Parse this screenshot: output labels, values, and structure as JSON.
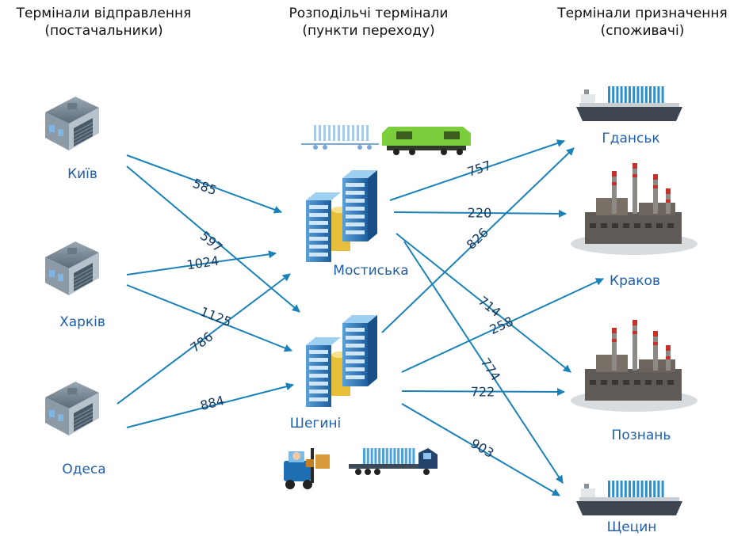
{
  "headers": {
    "senders": {
      "line1": "Термінали відправлення",
      "line2": "(постачальники)"
    },
    "hubs": {
      "line1": "Розподільчі термінали",
      "line2": "(пункти переходу)"
    },
    "receivers": {
      "line1": "Термінали призначення",
      "line2": "(споживачі)"
    }
  },
  "origins": [
    {
      "id": "kyiv",
      "label": "Київ",
      "icon": "warehouse-icon"
    },
    {
      "id": "kharkiv",
      "label": "Харків",
      "icon": "warehouse-icon"
    },
    {
      "id": "odesa",
      "label": "Одеса",
      "icon": "warehouse-icon"
    }
  ],
  "hubs": [
    {
      "id": "mostyska",
      "label": "Мостиська",
      "icon": "server-buildings-icon"
    },
    {
      "id": "shehyni",
      "label": "Шегині",
      "icon": "server-buildings-icon"
    }
  ],
  "destinations": [
    {
      "id": "gdansk",
      "label": "Гданськ",
      "icon": "cargo-ship-icon"
    },
    {
      "id": "krakow",
      "label": "Краков",
      "icon": "power-plant-icon"
    },
    {
      "id": "poznan",
      "label": "Познань",
      "icon": "power-plant-icon"
    },
    {
      "id": "szczecin",
      "label": "Щецин",
      "icon": "cargo-ship-icon"
    }
  ],
  "edges": [
    {
      "from": "kyiv",
      "to": "mostyska",
      "value": "585"
    },
    {
      "from": "kyiv",
      "to": "shehyni",
      "value": "597"
    },
    {
      "from": "kharkiv",
      "to": "mostyska",
      "value": "1024"
    },
    {
      "from": "kharkiv",
      "to": "shehyni",
      "value": "1125"
    },
    {
      "from": "odesa",
      "to": "mostyska",
      "value": "786"
    },
    {
      "from": "odesa",
      "to": "shehyni",
      "value": "884"
    },
    {
      "from": "mostyska",
      "to": "gdansk",
      "value": "757"
    },
    {
      "from": "mostyska",
      "to": "krakow",
      "value": "220"
    },
    {
      "from": "mostyska",
      "to": "poznan",
      "value": "714"
    },
    {
      "from": "mostyska",
      "to": "szczecin",
      "value": "774"
    },
    {
      "from": "shehyni",
      "to": "gdansk",
      "value": "826"
    },
    {
      "from": "shehyni",
      "to": "krakow",
      "value": "258"
    },
    {
      "from": "shehyni",
      "to": "poznan",
      "value": "722"
    },
    {
      "from": "shehyni",
      "to": "szczecin",
      "value": "903"
    }
  ],
  "decor": [
    "freight-train-icon",
    "forklift-icon",
    "container-truck-icon"
  ],
  "colors": {
    "arrow": "#1a82b8",
    "node_label": "#1f5fa8",
    "edge_label": "#16395e"
  }
}
